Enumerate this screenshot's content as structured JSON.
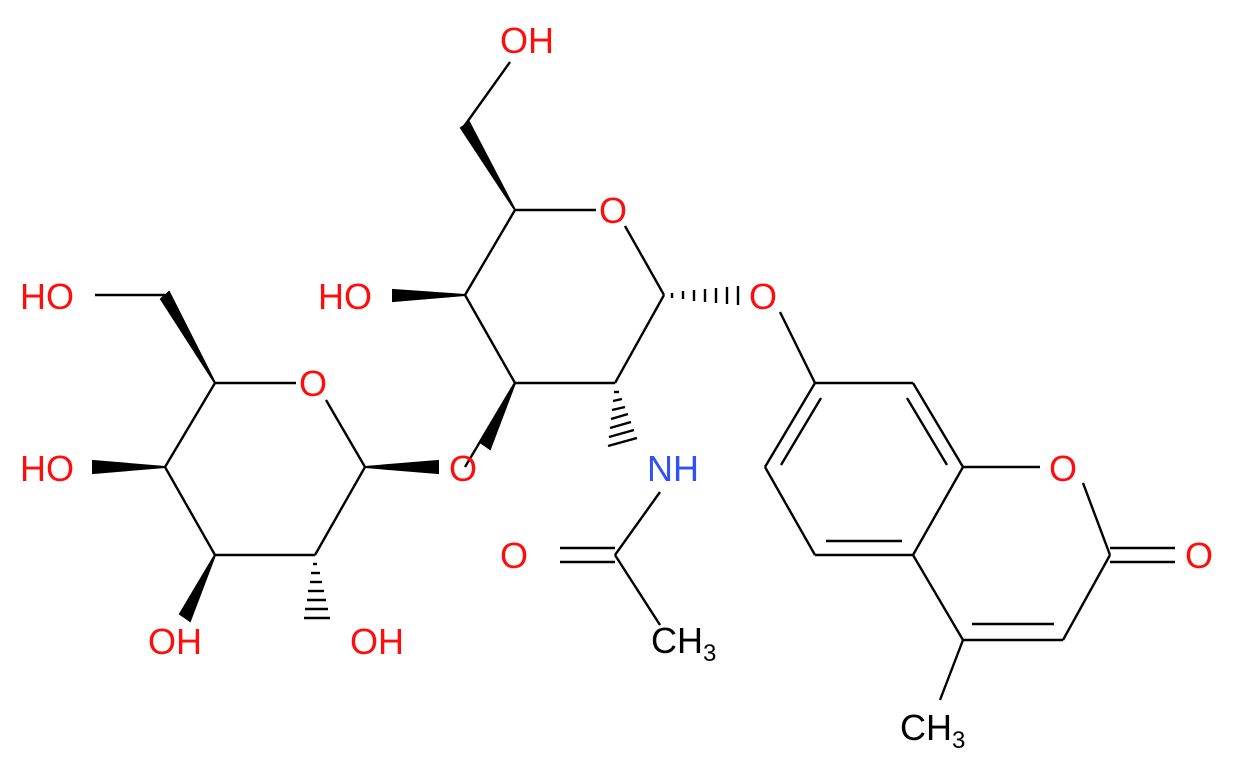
{
  "atoms": {
    "oh_top": "OH",
    "o_ring_b": "O",
    "ho_ring_b": "HO",
    "o_aryl": "O",
    "o_glyco": "O",
    "nh": "NH",
    "o_amide": "O",
    "ch3_amide": {
      "main": "CH",
      "sub": "3"
    },
    "ho_ring_a_ch2": "HO",
    "o_ring_a": "O",
    "ho_ring_a_c4": "HO",
    "oh_ring_a_c3": "OH",
    "oh_ring_a_c2": "OH",
    "o_lactone": "O",
    "o_carbonyl": "O",
    "ch3_coumarin": {
      "main": "CH",
      "sub": "3"
    }
  },
  "colors": {
    "bond": "#000000",
    "oxygen": "#ff0d0d",
    "nitrogen": "#3050f8",
    "carbon": "#000000",
    "background": "#ffffff"
  }
}
